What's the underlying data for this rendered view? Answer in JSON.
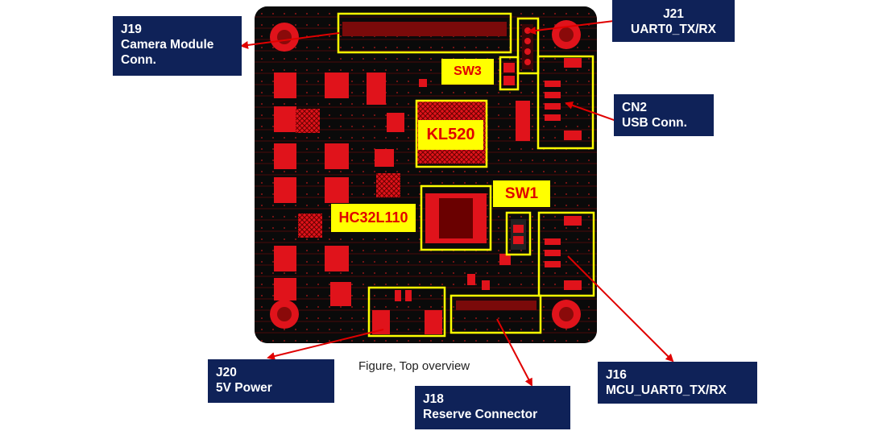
{
  "caption": "Figure, Top overview",
  "callouts": [
    {
      "ref": "J19",
      "desc": "Camera Module",
      "desc2": "Conn."
    },
    {
      "ref": "J21",
      "desc": "UART0_TX/RX",
      "desc2": ""
    },
    {
      "ref": "CN2",
      "desc": "USB Conn.",
      "desc2": ""
    },
    {
      "ref": "J20",
      "desc": "5V Power",
      "desc2": ""
    },
    {
      "ref": "J18",
      "desc": "Reserve Connector",
      "desc2": ""
    },
    {
      "ref": "J16",
      "desc": "MCU_UART0_TX/RX",
      "desc2": ""
    }
  ],
  "chip_labels": [
    "SW3",
    "KL520",
    "SW1",
    "HC32L110"
  ],
  "colors": {
    "callout_bg": "#0f2258",
    "board_bg": "#0a0a0a",
    "copper": "#e0131b",
    "highlight": "#ffff00",
    "arrow": "#e00000"
  }
}
